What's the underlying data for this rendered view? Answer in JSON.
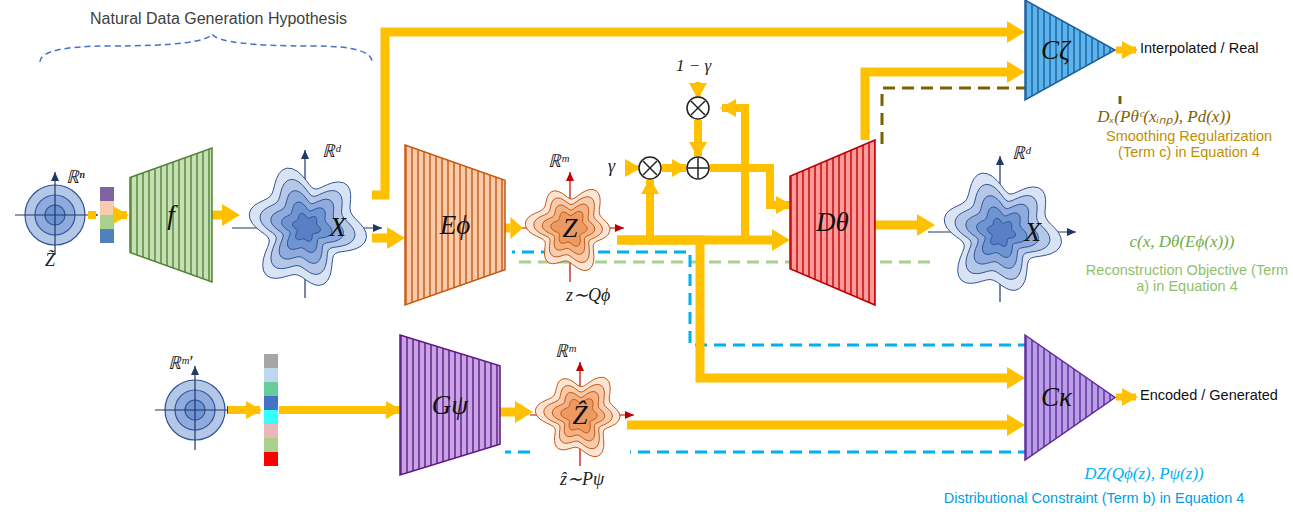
{
  "diagram": {
    "nodes": [
      {
        "text": [
          "f"
        ]
      },
      {
        "text": [
          "X"
        ]
      },
      {
        "text": [
          "Eϕ"
        ]
      },
      {
        "text": [
          "Z"
        ]
      },
      {
        "text": [
          "Dθ"
        ]
      },
      {
        "text": [
          "X"
        ]
      },
      {
        "text": [
          "Cζ"
        ]
      },
      {
        "text": [
          "Gψ"
        ]
      },
      {
        "text": [
          "Ẑ"
        ]
      },
      {
        "text": [
          "Cκ"
        ]
      }
    ],
    "edges": [
      {
        "from": 0,
        "to": 1,
        "arrow": "to"
      },
      {
        "from": 1,
        "to": 2,
        "arrow": "to"
      },
      {
        "from": 1,
        "to": 6,
        "arrow": "to"
      },
      {
        "from": 2,
        "to": 3,
        "arrow": "to"
      },
      {
        "from": 3,
        "to": 4,
        "arrow": "to"
      },
      {
        "from": 4,
        "to": 5,
        "arrow": "to"
      },
      {
        "from": 4,
        "to": 6,
        "arrow": "to"
      },
      {
        "from": 3,
        "to": 9,
        "arrow": "to"
      },
      {
        "from": 7,
        "to": 8,
        "arrow": "to"
      },
      {
        "from": 8,
        "to": 9,
        "arrow": "to"
      }
    ],
    "labels": [
      "Natural Data Generation Hypothesis",
      "ℝⁿ",
      "Z̃",
      "ℝᵈ",
      "ℝᵐ",
      "z∼Qϕ",
      "1 − γ",
      "γ",
      "ℝᵈ",
      "Interpolated / Real",
      "Dₓ(Pθᶜ(xᵢₙₚ), Pd(x))",
      "Smoothing Regularization (Term c) in Equation 4",
      "ℝᵐ",
      "ẑ∼Pψ",
      "ℝᵐ′",
      "c(x, Dθ(Eϕ(x)))",
      "Reconstruction Objective (Term a) in Equation 4",
      "Encoded / Generated",
      "DZ(Qϕ(z), Pψ(z))",
      "Distributional Constraint (Term b) in Equation 4"
    ]
  }
}
